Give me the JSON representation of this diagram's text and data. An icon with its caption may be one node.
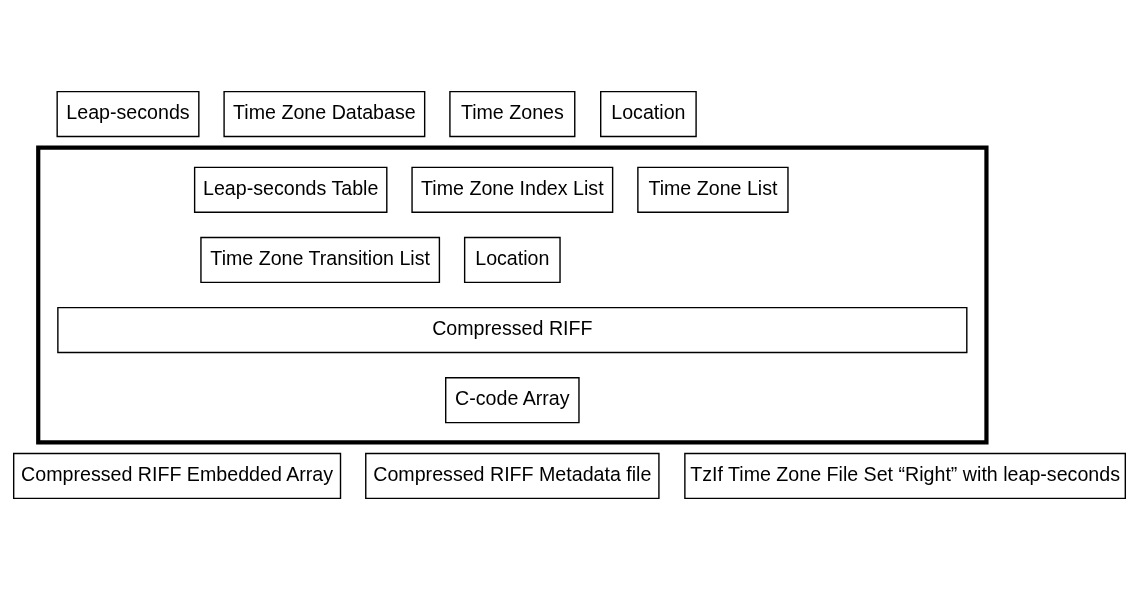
{
  "diagram": {
    "nodes": [
      {
        "text": [
          "Leap-seconds"
        ]
      },
      {
        "text": [
          "Time Zone Database"
        ]
      },
      {
        "text": [
          "Time Zones"
        ]
      },
      {
        "text": [
          "Location"
        ]
      },
      {
        "text": [],
        "shape": "box"
      },
      {
        "text": [
          "Leap-seconds Table"
        ],
        "in": 4
      },
      {
        "text": [
          "Time Zone Index List"
        ],
        "in": 4
      },
      {
        "text": [
          "Time Zone List"
        ],
        "in": 4
      },
      {
        "text": [
          "Time Zone Transition List"
        ],
        "in": 4
      },
      {
        "text": [
          "Location"
        ],
        "in": 4
      },
      {
        "text": [
          "Compressed RIFF"
        ],
        "in": 4
      },
      {
        "text": [
          "C-code Array"
        ],
        "in": 4
      },
      {
        "text": [
          "Compressed RIFF Embedded Array"
        ]
      },
      {
        "text": [
          "Compressed RIFF Metadata file"
        ]
      },
      {
        "text": [
          "TzIf Time Zone File Set “Right” with leap-seconds"
        ]
      }
    ],
    "edges": []
  }
}
